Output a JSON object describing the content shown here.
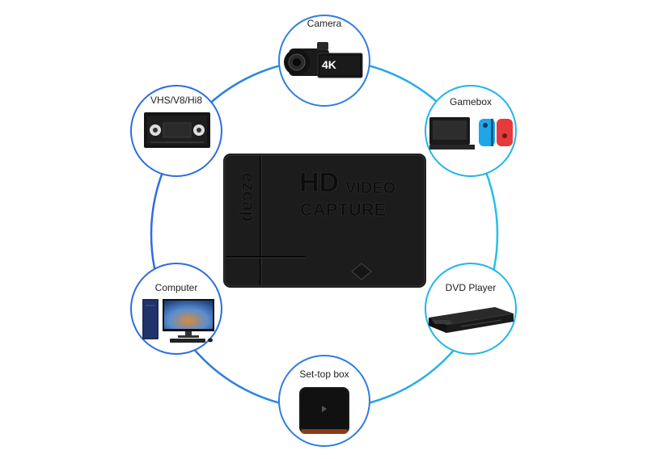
{
  "device": {
    "brand": "ezcap",
    "title_line1_big": "HD",
    "title_line1_small": "VIDEO",
    "title_line2": "CAPTURE"
  },
  "nodes": [
    {
      "id": "camera",
      "label": "Camera",
      "badge": "4K"
    },
    {
      "id": "gamebox",
      "label": "Gamebox"
    },
    {
      "id": "dvd",
      "label": "DVD Player"
    },
    {
      "id": "settop",
      "label": "Set-top box"
    },
    {
      "id": "computer",
      "label": "Computer"
    },
    {
      "id": "vhs",
      "label": "VHS/V8/Hi8"
    }
  ],
  "colors": {
    "ring_blue": "#2f6de0",
    "ring_cyan": "#25c0e8",
    "device": "#1b1b1b",
    "device_text": "#0c0c0c",
    "gamebox_red": "#e73a3a",
    "gamebox_blue": "#1fa6e8"
  }
}
